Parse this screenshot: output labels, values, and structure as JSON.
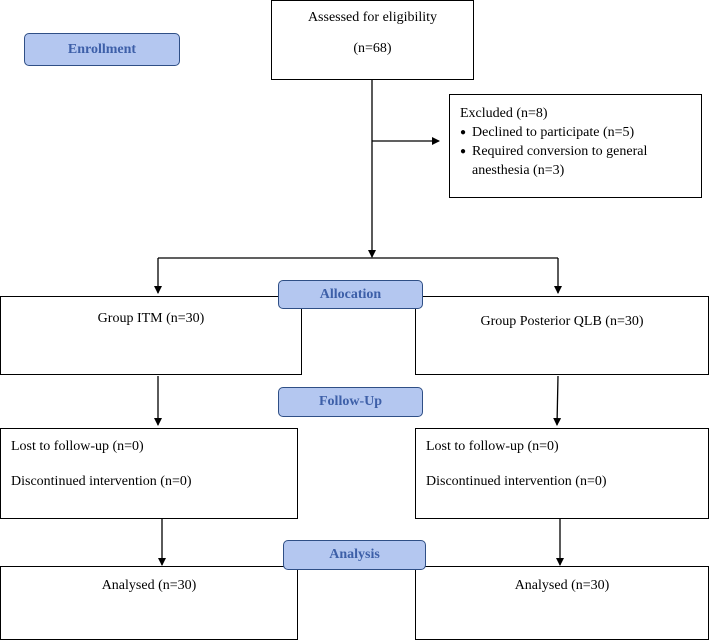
{
  "stages": {
    "enrollment": "Enrollment",
    "allocation": "Allocation",
    "follow_up": "Follow-Up",
    "analysis": "Analysis"
  },
  "assessed": {
    "line1": "Assessed for eligibility",
    "line2": "(n=68)"
  },
  "excluded": {
    "title": "Excluded (n=8)",
    "items": [
      "Declined to participate (n=5)",
      "Required conversion to general",
      "anesthesia (n=3)"
    ]
  },
  "groups": {
    "left": "Group ITM (n=30)",
    "right": "Group Posterior QLB (n=30)"
  },
  "followup": {
    "left": {
      "lost": "Lost to follow-up (n=0)",
      "discontinued": "Discontinued intervention (n=0)"
    },
    "right": {
      "lost": "Lost to follow-up (n=0)",
      "discontinued": "Discontinued intervention (n=0)"
    }
  },
  "analysis": {
    "left": "Analysed (n=30)",
    "right": "Analysed (n=30)"
  },
  "colors": {
    "stage_fill": "#b4c7f0",
    "stage_border": "#2f4f86",
    "stage_text": "#3d5fa8"
  }
}
